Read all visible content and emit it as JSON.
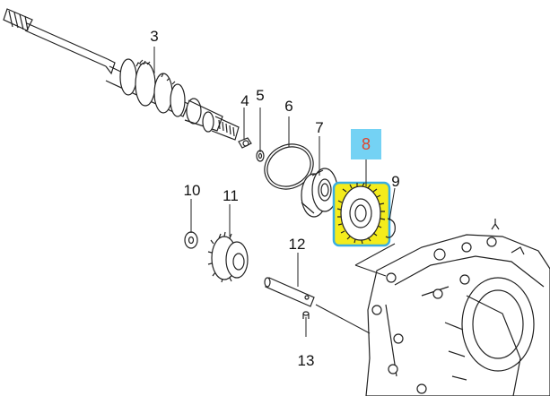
{
  "parts": [
    {
      "id": "3",
      "label": "3"
    },
    {
      "id": "4",
      "label": "4"
    },
    {
      "id": "5",
      "label": "5"
    },
    {
      "id": "6",
      "label": "6"
    },
    {
      "id": "7",
      "label": "7"
    },
    {
      "id": "8",
      "label": "8",
      "highlighted": true
    },
    {
      "id": "9",
      "label": "9"
    },
    {
      "id": "10",
      "label": "10"
    },
    {
      "id": "11",
      "label": "11"
    },
    {
      "id": "12",
      "label": "12"
    },
    {
      "id": "13",
      "label": "13"
    }
  ],
  "colors": {
    "highlight_fill": "#f4ec1c",
    "highlight_border": "#3aaee0",
    "label_box": "#74d2f4",
    "label_text_active": "#e0442c",
    "line": "#222222"
  }
}
